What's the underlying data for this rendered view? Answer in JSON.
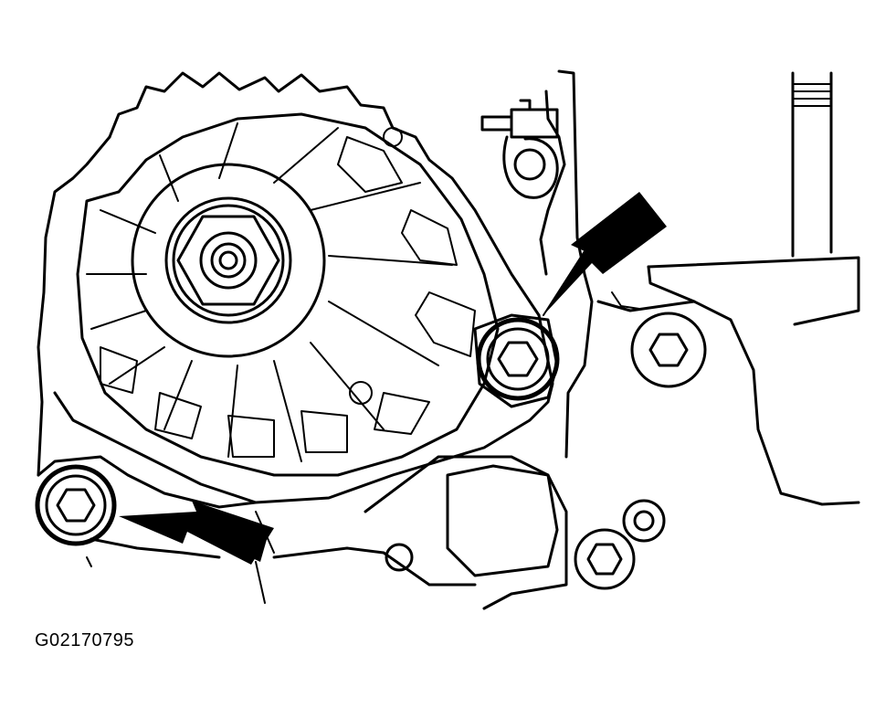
{
  "figure": {
    "id_label": "G02170795"
  },
  "components": {
    "alternator": "alternator-body",
    "pulley": "pulley",
    "upper_bolt": "upper-mounting-bolt",
    "lower_bolt": "lower-mounting-bolt"
  },
  "colors": {
    "line": "#000000",
    "background": "#ffffff"
  }
}
